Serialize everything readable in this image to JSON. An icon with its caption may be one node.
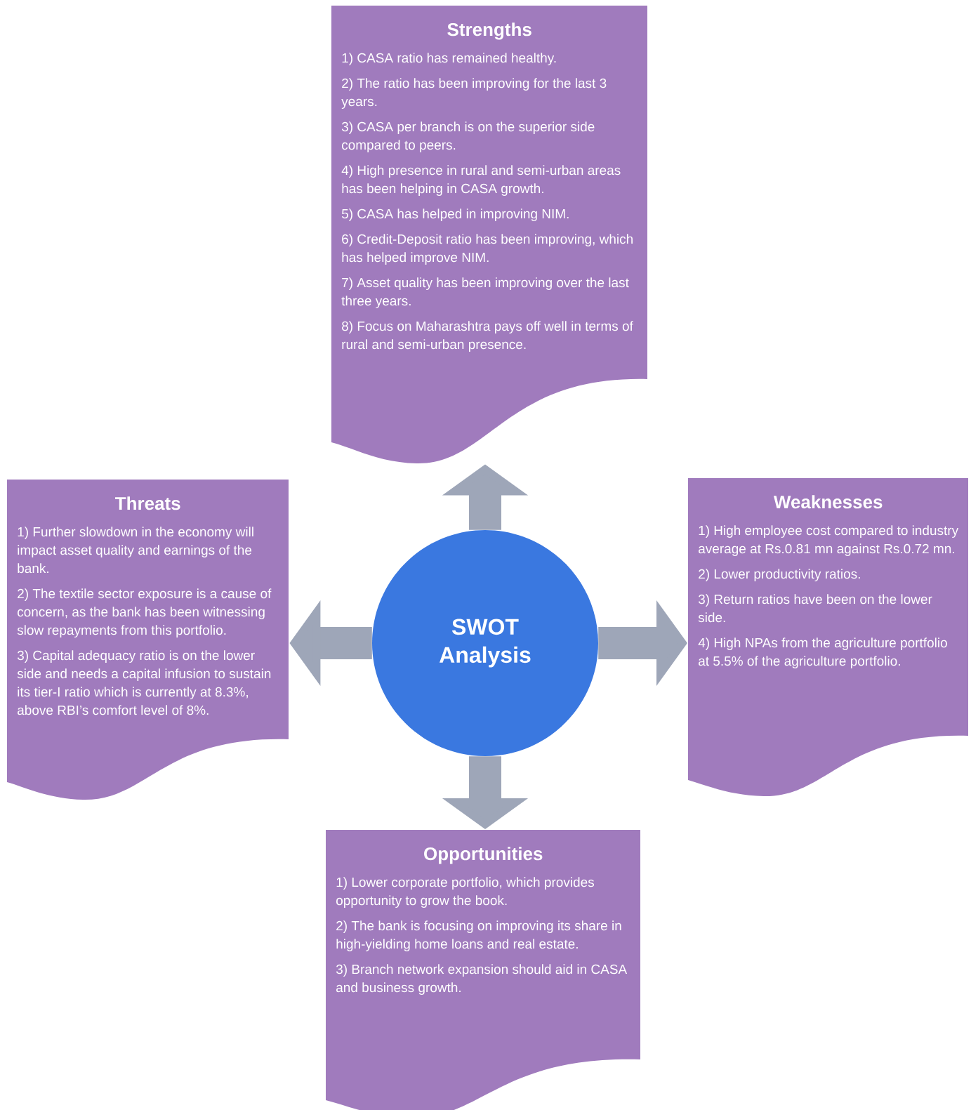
{
  "diagram": {
    "nodes": [
      {
        "text": [
          "Strengths",
          "1) CASA ratio has remained healthy.",
          "2) The ratio has been improving for the last 3 years.",
          "3) CASA per branch is on the superior side compared to peers.",
          "4) High presence in rural and semi-urban areas has been helping in CASA growth.",
          "5) CASA has helped in improving NIM.",
          "6) Credit-Deposit ratio has been improving, which has helped improve NIM.",
          "7) Asset quality has been improving over the last three years.",
          "8) Focus on Maharashtra pays off well in terms of rural and semi-urban presence."
        ]
      },
      {
        "text": [
          "Threats",
          "1) Further slowdown in the economy will impact asset quality and earnings of the bank.",
          "2) The textile sector exposure is a cause of concern, as the bank has been witnessing slow repayments from this portfolio.",
          "3) Capital adequacy ratio is on the lower side and needs a capital infusion to sustain its tier-I ratio which is currently at 8.3%, above RBI’s comfort level of 8%."
        ]
      },
      {
        "text": [
          "SWOT Analysis"
        ]
      },
      {
        "text": [
          "Weaknesses",
          "1) High employee cost compared to industry average at Rs.0.81 mn against Rs.0.72 mn.",
          "2) Lower productivity ratios.",
          "3) Return ratios have been on the lower side.",
          "4) High NPAs from the agriculture portfolio at 5.5% of the agriculture portfolio."
        ]
      },
      {
        "text": [
          "Opportunities",
          "1) Lower corporate portfolio, which provides opportunity to grow the book.",
          "2) The bank is focusing on improving its share in high-yielding home loans and real estate.",
          "3) Branch network expansion should aid in CASA and business growth."
        ]
      }
    ],
    "edges": [
      {
        "from": 2,
        "to": 0,
        "arrow": "to"
      },
      {
        "from": 2,
        "to": 1,
        "arrow": "to"
      },
      {
        "from": 2,
        "to": 3,
        "arrow": "to"
      },
      {
        "from": 2,
        "to": 4,
        "arrow": "to"
      }
    ]
  }
}
